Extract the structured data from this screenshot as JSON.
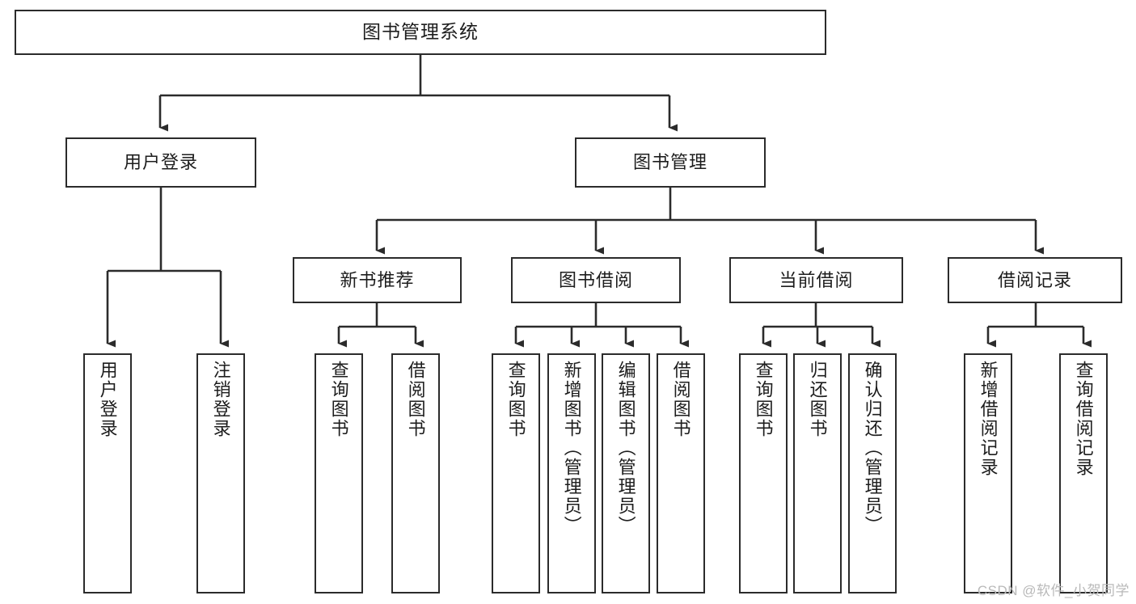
{
  "diagram": {
    "title": "图书管理系统",
    "type": "tree",
    "watermark": "CSDN @软件_小贺同学",
    "colors": {
      "stroke": "#2b2b2b",
      "fill": "#ffffff",
      "text": "#1d1d1d",
      "watermark": "#b9b9b9"
    },
    "levels": {
      "root": {
        "label": "图书管理系统"
      },
      "level1": [
        {
          "label": "用户登录"
        },
        {
          "label": "图书管理"
        }
      ],
      "level2": [
        {
          "label": "新书推荐"
        },
        {
          "label": "图书借阅"
        },
        {
          "label": "当前借阅"
        },
        {
          "label": "借阅记录"
        }
      ],
      "leaves_user_login": [
        {
          "label": "用户登录"
        },
        {
          "label": "注销登录"
        }
      ],
      "leaves_new_books": [
        {
          "label": "查询图书"
        },
        {
          "label": "借阅图书"
        }
      ],
      "leaves_borrow": [
        {
          "label": "查询图书"
        },
        {
          "label": "新增图书（管理员）"
        },
        {
          "label": "编辑图书（管理员）"
        },
        {
          "label": "借阅图书"
        }
      ],
      "leaves_current": [
        {
          "label": "查询图书"
        },
        {
          "label": "归还图书"
        },
        {
          "label": "确认归还（管理员）"
        }
      ],
      "leaves_records": [
        {
          "label": "新增借阅记录"
        },
        {
          "label": "查询借阅记录"
        }
      ]
    }
  }
}
